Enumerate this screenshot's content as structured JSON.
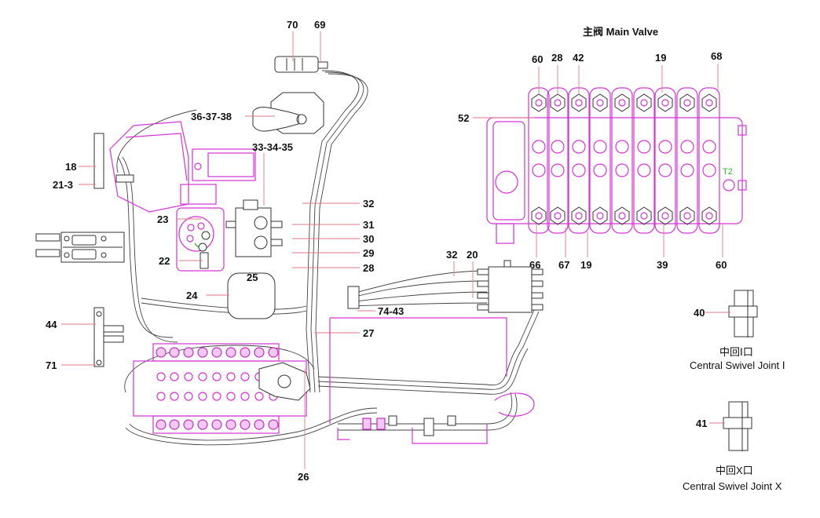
{
  "title": "主阀 Main Valve",
  "main_valve": {
    "title_cn": "主阀",
    "title_en": "Main Valve",
    "port_label": "T2",
    "callouts_top": [
      "60",
      "28",
      "42",
      "19",
      "68"
    ],
    "callouts_left": [
      "52"
    ],
    "callouts_bottom": [
      "66",
      "67",
      "19",
      "39",
      "60"
    ]
  },
  "assembly_callouts": {
    "top": [
      "70",
      "69"
    ],
    "joystick": "36-37-38",
    "valve_block": "33-34-35",
    "left": [
      "18",
      "21-3",
      "23",
      "22",
      "24",
      "44",
      "71"
    ],
    "right_column": [
      "32",
      "31",
      "30",
      "29",
      "28",
      "27"
    ],
    "center": [
      "25",
      "74-43",
      "32",
      "20",
      "26"
    ]
  },
  "swivel_joints": [
    {
      "callout": "40",
      "caption_cn": "中回Ⅰ口",
      "caption_en": "Central Swivel Joint Ⅰ"
    },
    {
      "callout": "41",
      "caption_cn": "中回X口",
      "caption_en": "Central Swivel Joint X"
    }
  ],
  "colors": {
    "component_highlight": "#d633d6",
    "leader_line": "#e07a8a",
    "port_label": "#2bb52b",
    "outline": "#333333"
  }
}
